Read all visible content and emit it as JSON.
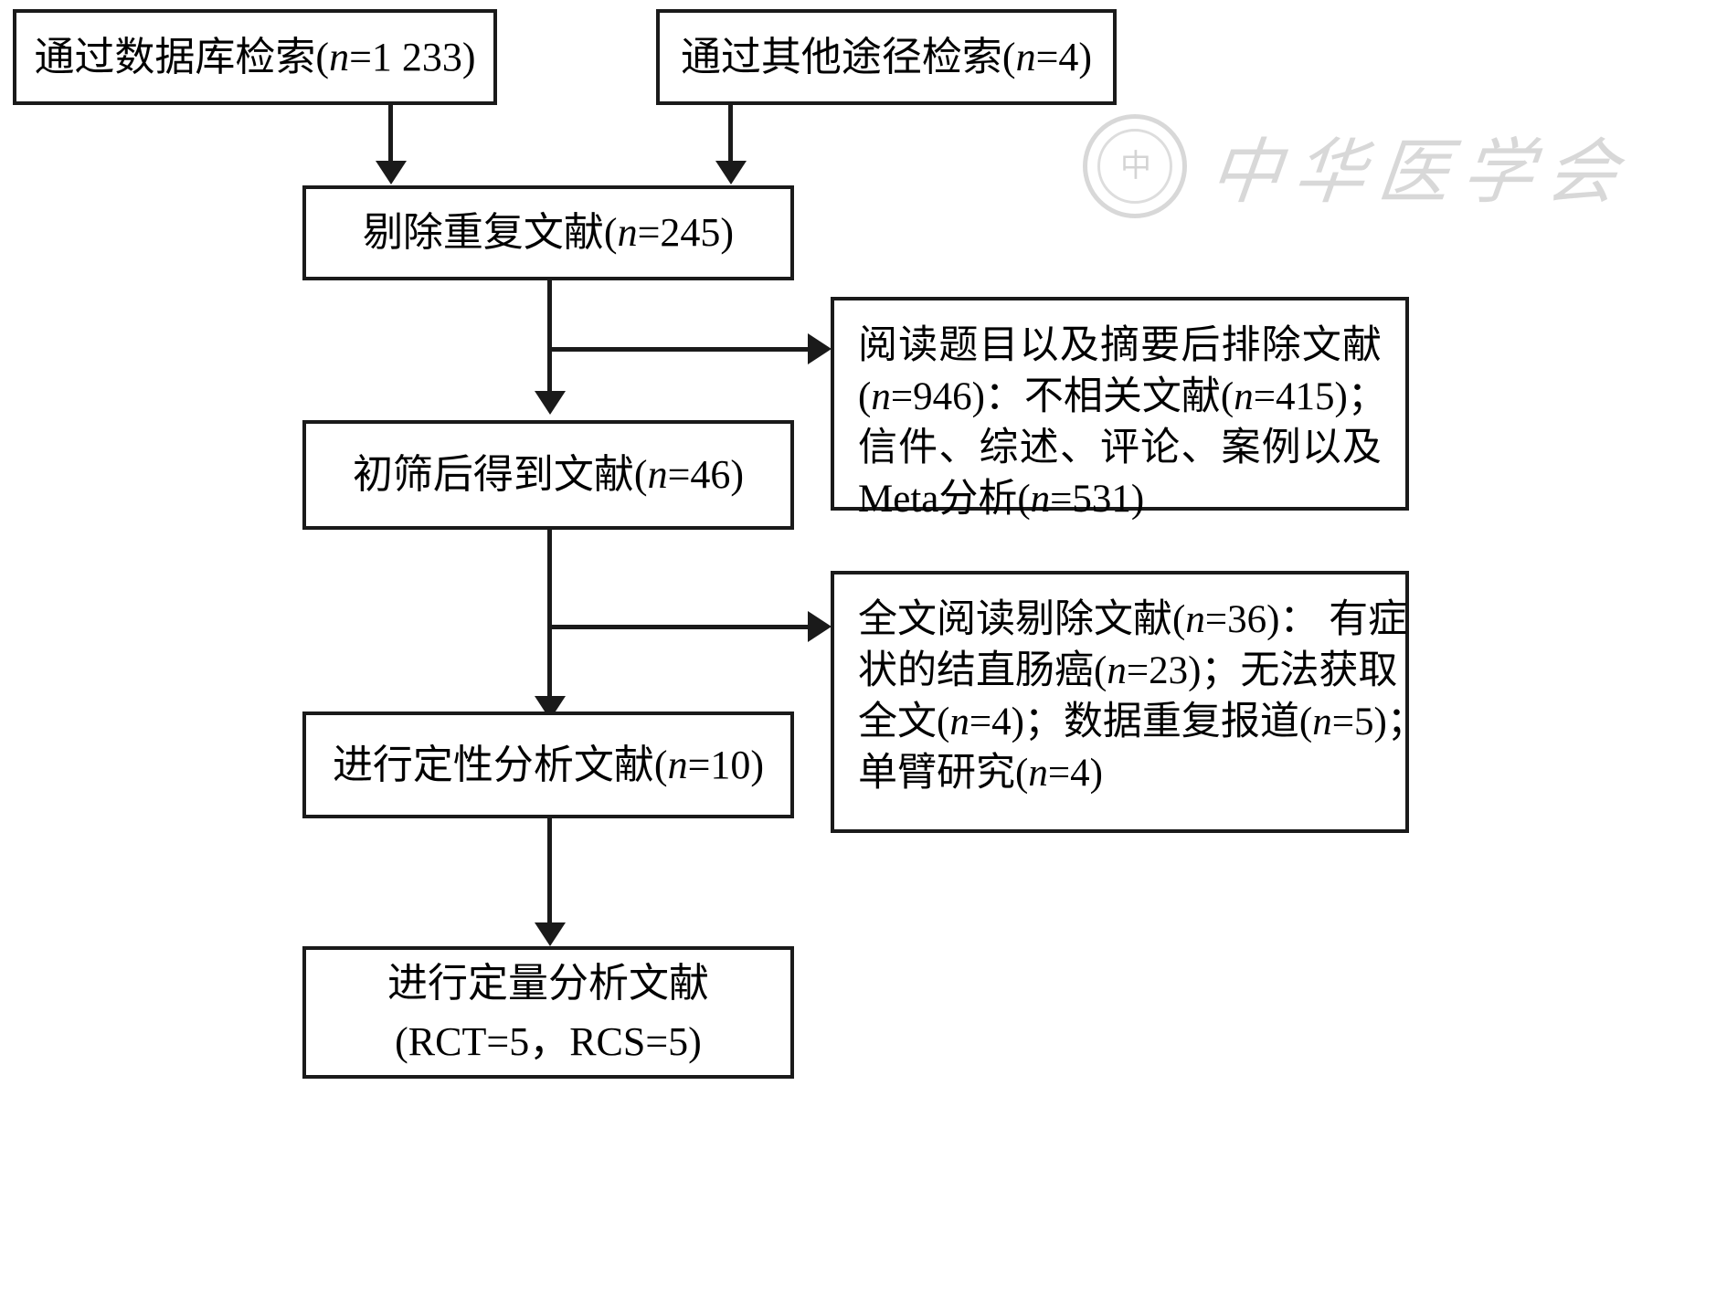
{
  "figure": {
    "type": "prisma-flow-diagram",
    "language": "zh-CN",
    "colors": {
      "stroke": "#1a1a1a",
      "background": "#ffffff",
      "watermark": "#9a9a9a"
    }
  },
  "watermark": {
    "text": "中华医学会",
    "seal_glyph": "中"
  },
  "boxes": {
    "database_search": {
      "id": "database-search",
      "text": "通过数据库检索(n=1 233)",
      "prefix": "通过数据库检索(",
      "italic": "n",
      "suffix": "=1 233)",
      "n_label": "n",
      "n_value": "1 233"
    },
    "other_search": {
      "id": "other-sources-search",
      "text": "通过其他途径检索(n=4)",
      "prefix": "通过其他途径检索(",
      "italic": "n",
      "suffix": "=4)",
      "n_label": "n",
      "n_value": "4"
    },
    "duplicates_removed": {
      "id": "duplicates-removed",
      "text": "剔除重复文献(n=245)",
      "prefix": "剔除重复文献(",
      "italic": "n",
      "suffix": "=245)",
      "n_label": "n",
      "n_value": "245"
    },
    "screened": {
      "id": "records-screened",
      "text": "初筛后得到文献(n=46)",
      "prefix": "初筛后得到文献(",
      "italic": "n",
      "suffix": "=46)",
      "n_label": "n",
      "n_value": "46"
    },
    "qualitative": {
      "id": "qualitative-synthesis",
      "text": "进行定性分析文献(n=10)",
      "prefix": "进行定性分析文献(",
      "italic": "n",
      "suffix": "=10)",
      "n_label": "n",
      "n_value": "10"
    },
    "quantitative": {
      "id": "quantitative-synthesis",
      "line1": "进行定量分析文献",
      "line2": "(RCT=5，RCS=5)",
      "rct_value": "5",
      "rcs_value": "5"
    }
  },
  "exclusions": {
    "title_abstract": {
      "id": "title-abstract-exclusion",
      "full_text": "阅读题目以及摘要后排除文献(n=946)：不相关文献(n=415)；信件、综述、评论、案例以及Meta分析(n=531)",
      "lines": [
        {
          "a": "阅读题目以及摘要后排除文献",
          "n1": "",
          "b": ""
        },
        {
          "a": "(",
          "n1": "n",
          "b": "=946)：不相关文献(",
          "n2": "n",
          "c": "=415)；"
        },
        {
          "a": "信件、综述、评论、案例以及",
          "n1": "",
          "b": ""
        },
        {
          "a": "Meta分析(",
          "n1": "n",
          "b": "=531)"
        }
      ],
      "total": "946",
      "irrelevant": "415",
      "letters_reviews_comments_cases_meta": "531"
    },
    "full_text": {
      "id": "full-text-exclusion",
      "full_text": "全文阅读剔除文献(n=36)：有症状的结直肠癌(n=23)；无法获取全文(n=4)；数据重复报道(n=5)；单臂研究(n=4)",
      "lines": [
        {
          "a": "全文阅读剔除文献(",
          "n1": "n",
          "b": "=36)：有症",
          "n2": "",
          "c": ""
        },
        {
          "a": "状的结直肠癌(",
          "n1": "n",
          "b": "=23)；无法获取",
          "n2": "",
          "c": ""
        },
        {
          "a": "全文(",
          "n1": "n",
          "b": "=4)；数据重复报道(",
          "n2": "n",
          "c": "=5)；"
        },
        {
          "a": "单臂研究(",
          "n1": "n",
          "b": "=4)",
          "n2": "",
          "c": ""
        }
      ],
      "total": "36",
      "symptomatic_crc": "23",
      "full_text_unavailable": "4",
      "duplicate_reports": "5",
      "single_arm_studies": "4"
    }
  }
}
